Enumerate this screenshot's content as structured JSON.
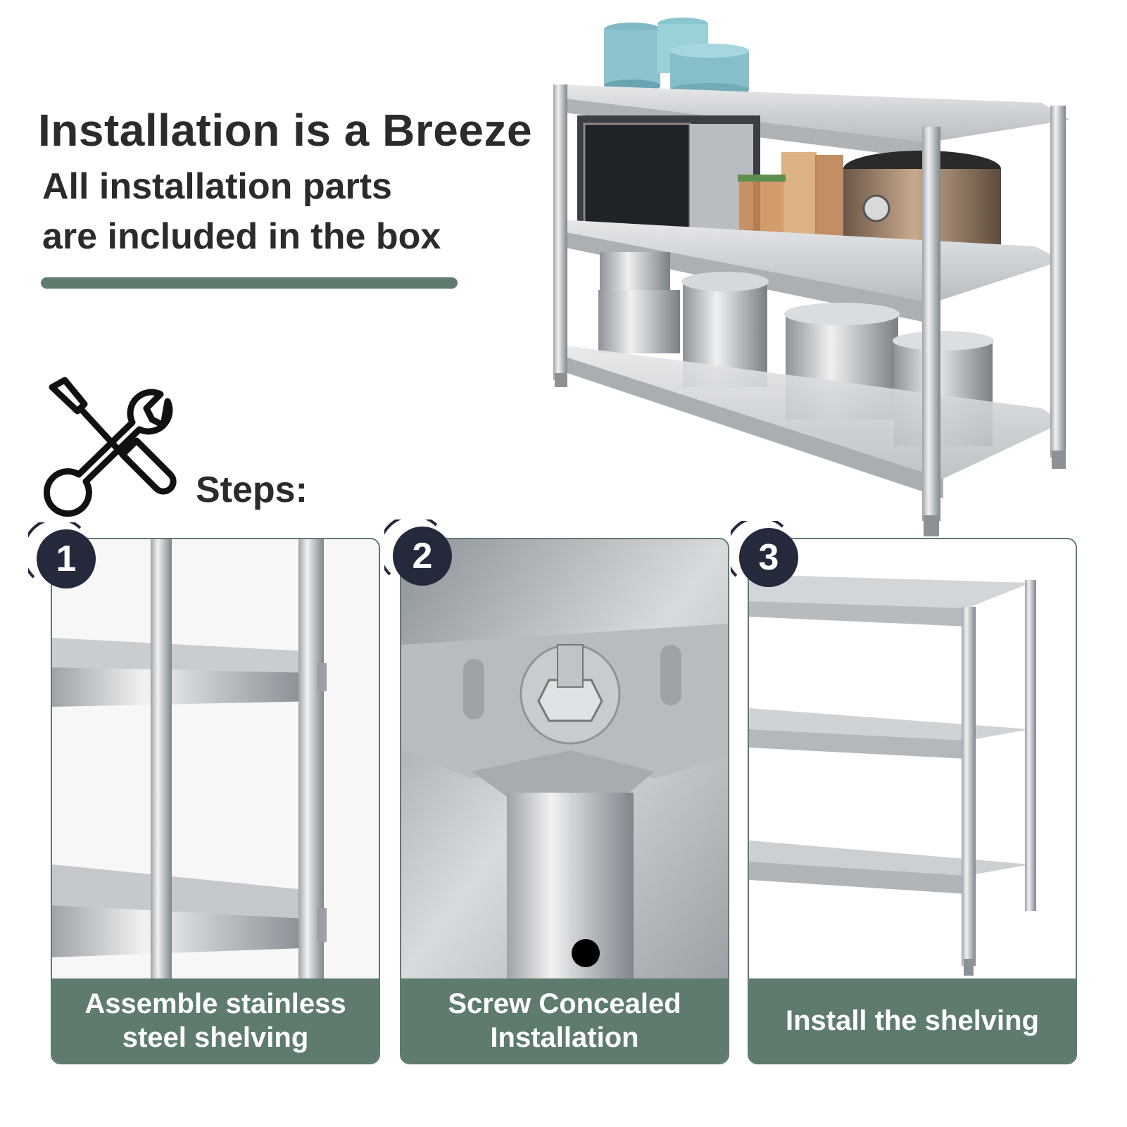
{
  "headline": "Installation is a Breeze",
  "subheadline": [
    "All installation parts",
    "are included in the box"
  ],
  "steps_label": "Steps:",
  "accent_color": "#5e7b6e",
  "badge_color": "#24293b",
  "icons": {
    "tools": "wrench-screwdriver-icon"
  },
  "steps": [
    {
      "number": "1",
      "caption_lines": [
        "Assemble stainless",
        "steel shelving"
      ]
    },
    {
      "number": "2",
      "caption_lines": [
        "Screw Concealed",
        "Installation"
      ]
    },
    {
      "number": "3",
      "caption_lines": [
        "Install the shelving"
      ]
    }
  ]
}
